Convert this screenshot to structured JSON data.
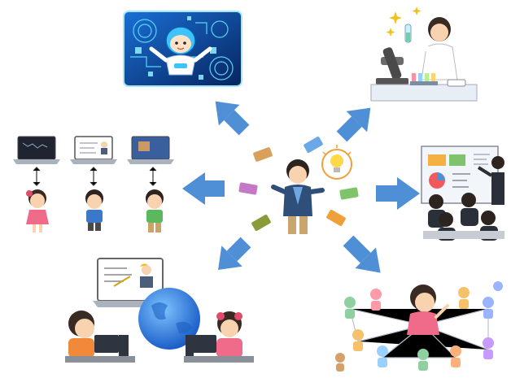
{
  "colors": {
    "arrow": "#4f8fd6",
    "arrow_dark": "#3a73b8",
    "skin": "#f9d3b0",
    "hair": "#2d2420",
    "ai_bg": "#0a3d8c",
    "ai_glow": "#33e0ff",
    "globe": "#2f7fe0",
    "bulb": "#ffd84a",
    "slide_bg": "#f2f6fb"
  },
  "scenes": [
    {
      "name": "ai-hologram-scene",
      "icon": "ai-robot-icon"
    },
    {
      "name": "science-lab-scene",
      "icon": "microscope-icon"
    },
    {
      "name": "classroom-presentation-scene",
      "icon": "presentation-board-icon"
    },
    {
      "name": "social-network-scene",
      "icon": "network-people-icon"
    },
    {
      "name": "online-learning-scene",
      "icon": "globe-icon"
    },
    {
      "name": "remote-class-scene",
      "icon": "laptop-icon"
    }
  ],
  "center": {
    "name": "teacher-with-idea",
    "icon": "lightbulb-icon"
  }
}
